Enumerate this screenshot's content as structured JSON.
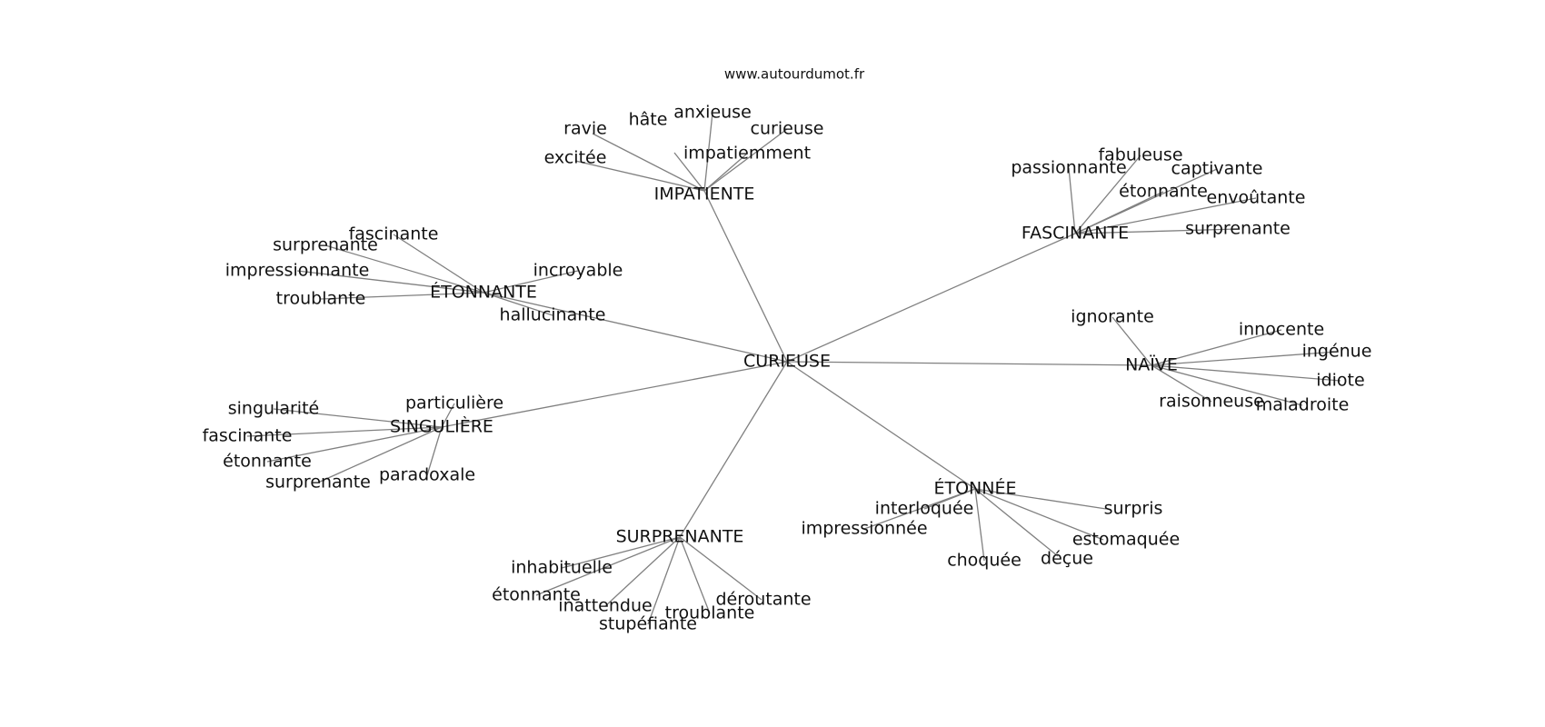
{
  "site": "www.autourdumot.fr",
  "center": "CURIEUSE",
  "clusters": [
    {
      "hub": "IMPATIENTE",
      "leaves": [
        "ravie",
        "hâte",
        "anxieuse",
        "curieuse",
        "excitée",
        "impatiemment"
      ]
    },
    {
      "hub": "FASCINANTE",
      "leaves": [
        "fabuleuse",
        "passionnante",
        "captivante",
        "étonnante",
        "envoûtante",
        "surprenante"
      ]
    },
    {
      "hub": "ÉTONNANTE",
      "leaves": [
        "fascinante",
        "surprenante",
        "impressionnante",
        "incroyable",
        "troublante",
        "hallucinante"
      ]
    },
    {
      "hub": "NAÏVE",
      "leaves": [
        "ignorante",
        "innocente",
        "ingénue",
        "idiote",
        "raisonneuse",
        "maladroite"
      ]
    },
    {
      "hub": "SINGULIÈRE",
      "leaves": [
        "particulière",
        "singularité",
        "fascinante",
        "étonnante",
        "surprenante",
        "paradoxale"
      ]
    },
    {
      "hub": "ÉTONNÉE",
      "leaves": [
        "interloquée",
        "surpris",
        "impressionnée",
        "estomaquée",
        "choquée",
        "déçue"
      ]
    },
    {
      "hub": "SURPRENANTE",
      "leaves": [
        "inhabituelle",
        "étonnante",
        "inattendue",
        "déroutante",
        "troublante",
        "stupéfiante"
      ]
    }
  ]
}
